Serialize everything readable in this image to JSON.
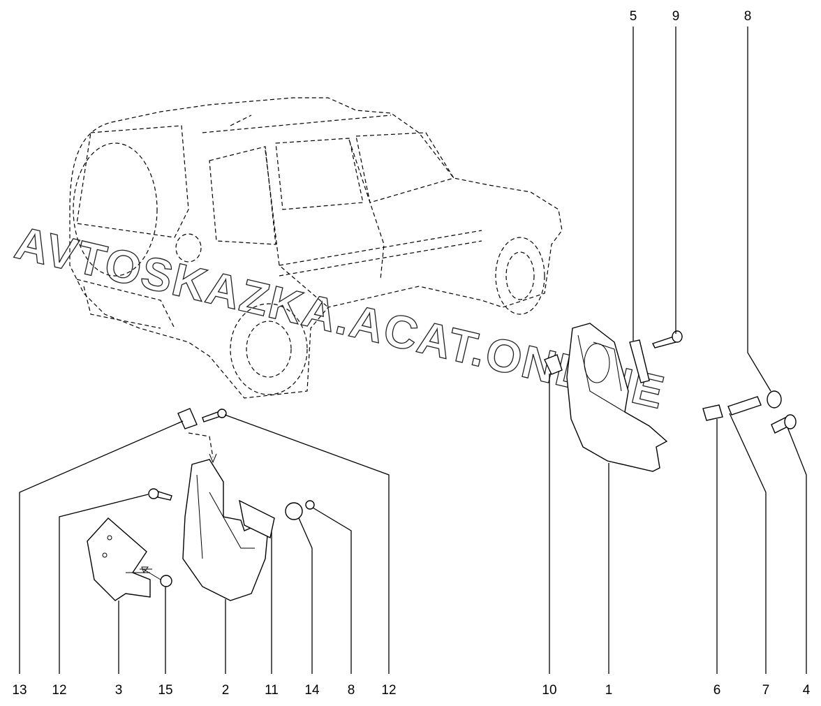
{
  "diagram": {
    "watermark": "AVTOSKAZKA.ACAT.ONLINE",
    "callouts_top": [
      "5",
      "9",
      "8"
    ],
    "callouts_bottom": [
      "13",
      "12",
      "3",
      "15",
      "2",
      "11",
      "14",
      "8",
      "12",
      "10",
      "1",
      "6",
      "7",
      "4"
    ]
  }
}
